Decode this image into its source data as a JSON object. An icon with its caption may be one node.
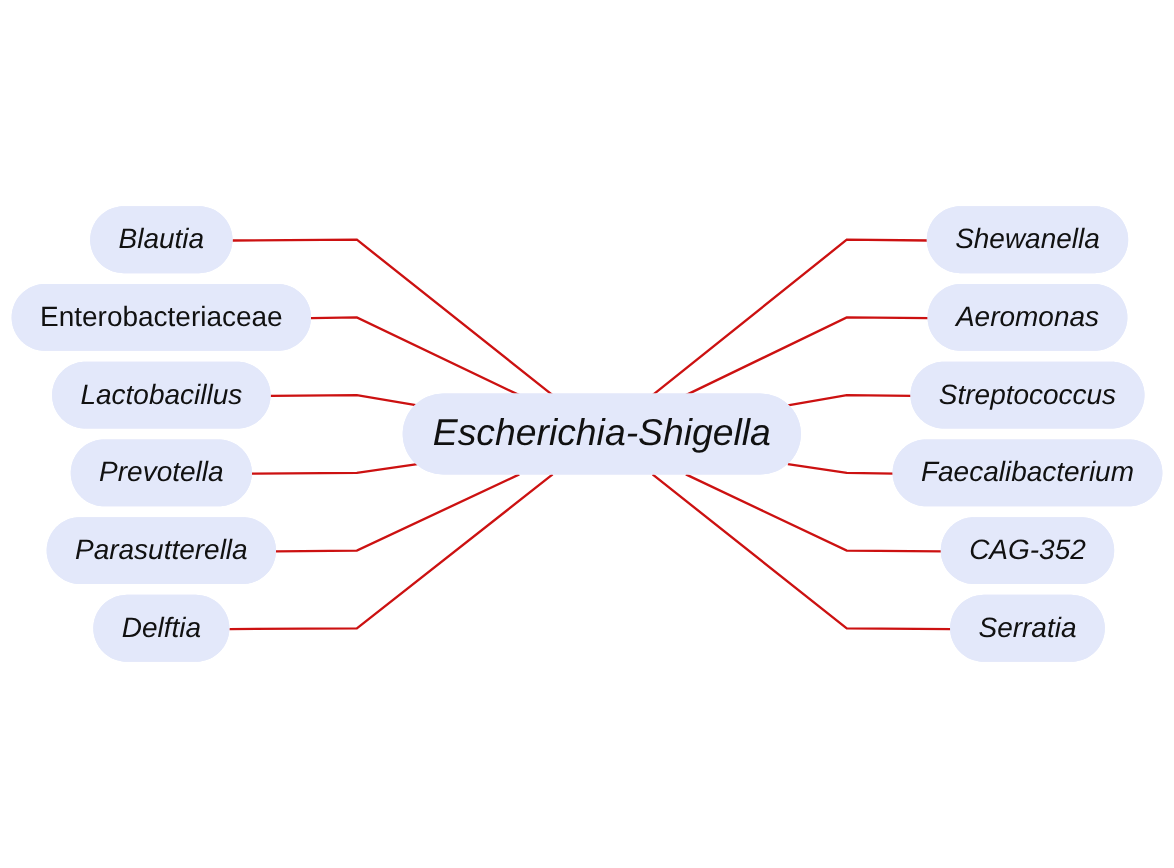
{
  "diagram": {
    "nodes": [
      {
        "text": [
          "Escherichia-Shigella"
        ]
      },
      {
        "text": [
          "Blautia"
        ]
      },
      {
        "text": [
          "Shewanella"
        ]
      },
      {
        "text": [
          "Enterobacteriaceae"
        ]
      },
      {
        "text": [
          "Aeromonas"
        ]
      },
      {
        "text": [
          "Lactobacillus"
        ]
      },
      {
        "text": [
          "Streptococcus"
        ]
      },
      {
        "text": [
          "Prevotella"
        ]
      },
      {
        "text": [
          "Faecalibacterium"
        ]
      },
      {
        "text": [
          "Parasutterella"
        ]
      },
      {
        "text": [
          "CAG-352"
        ]
      },
      {
        "text": [
          "Delftia"
        ]
      },
      {
        "text": [
          "Serratia"
        ]
      }
    ],
    "edges": [
      {
        "from": 1,
        "to": 0,
        "arrow": "none"
      },
      {
        "from": 0,
        "to": 2,
        "arrow": "none"
      },
      {
        "from": 3,
        "to": 0,
        "arrow": "none"
      },
      {
        "from": 0,
        "to": 4,
        "arrow": "none"
      },
      {
        "from": 5,
        "to": 0,
        "arrow": "none"
      },
      {
        "from": 0,
        "to": 6,
        "arrow": "none"
      },
      {
        "from": 7,
        "to": 0,
        "arrow": "none"
      },
      {
        "from": 0,
        "to": 8,
        "arrow": "none"
      },
      {
        "from": 9,
        "to": 0,
        "arrow": "none"
      },
      {
        "from": 0,
        "to": 10,
        "arrow": "none"
      },
      {
        "from": 11,
        "to": 0,
        "arrow": "none"
      },
      {
        "from": 0,
        "to": 12,
        "arrow": "none"
      }
    ]
  }
}
